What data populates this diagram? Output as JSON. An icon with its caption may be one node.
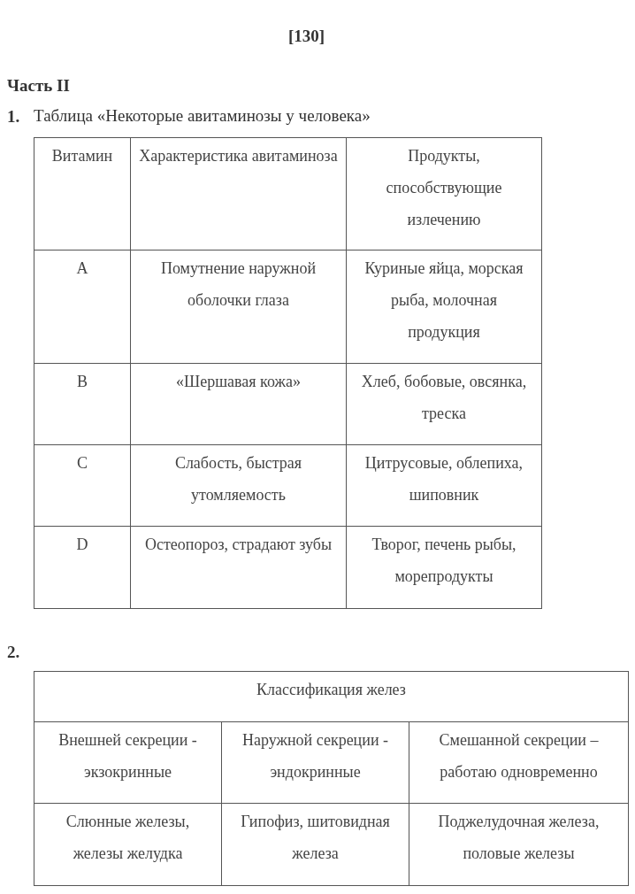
{
  "diagram": {
    "labels": [
      "[130]",
      "Часть II",
      "1.",
      "Таблица «Некоторые авитаминозы у человека»",
      "Витамин",
      "Характеристика авитаминоза",
      "Продукты, способствующие излечению",
      "A",
      "Помутнение наружной оболочки глаза",
      "Куриные яйца, морская рыба, молочная продукция",
      "B",
      "«Шершавая кожа»",
      "Хлеб, бобовые, овсянка, треска",
      "C",
      "Слабость, быстрая утомляемость",
      "Цитрусовые, облепиха, шиповник",
      "D",
      "Остеопороз, страдают зубы",
      "Творог, печень рыбы, морепродукты",
      "2.",
      "Классификация желез",
      "Внешней секреции - экзокринные",
      "Наружной секреции - эндокринные",
      "Смешанной секреции – работаю одновременно",
      "Слюнные железы, железы желудка",
      "Гипофиз, шитовидная железа",
      "Поджелудочная железа, половые железы"
    ]
  }
}
